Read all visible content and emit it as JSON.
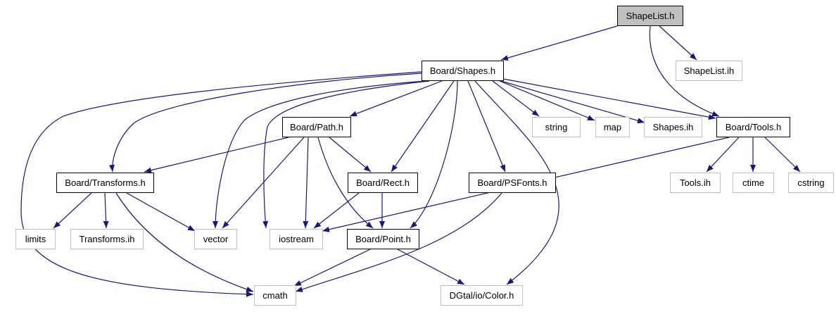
{
  "graph": {
    "nodes": [
      {
        "id": "shapelist_h",
        "label": "ShapeList.h",
        "kind": "root"
      },
      {
        "id": "shapelist_ih",
        "label": "ShapeList.ih",
        "kind": "external"
      },
      {
        "id": "shapes_h",
        "label": "Board/Shapes.h",
        "kind": "documented"
      },
      {
        "id": "tools_h",
        "label": "Board/Tools.h",
        "kind": "documented"
      },
      {
        "id": "path_h",
        "label": "Board/Path.h",
        "kind": "documented"
      },
      {
        "id": "string",
        "label": "string",
        "kind": "external"
      },
      {
        "id": "map",
        "label": "map",
        "kind": "external"
      },
      {
        "id": "shapes_ih",
        "label": "Shapes.ih",
        "kind": "external"
      },
      {
        "id": "transforms_h",
        "label": "Board/Transforms.h",
        "kind": "documented"
      },
      {
        "id": "rect_h",
        "label": "Board/Rect.h",
        "kind": "documented"
      },
      {
        "id": "psfonts_h",
        "label": "Board/PSFonts.h",
        "kind": "documented"
      },
      {
        "id": "tools_ih",
        "label": "Tools.ih",
        "kind": "external"
      },
      {
        "id": "ctime",
        "label": "ctime",
        "kind": "external"
      },
      {
        "id": "cstring",
        "label": "cstring",
        "kind": "external"
      },
      {
        "id": "limits",
        "label": "limits",
        "kind": "external"
      },
      {
        "id": "transforms_ih",
        "label": "Transforms.ih",
        "kind": "external"
      },
      {
        "id": "vector",
        "label": "vector",
        "kind": "external"
      },
      {
        "id": "iostream",
        "label": "iostream",
        "kind": "external"
      },
      {
        "id": "point_h",
        "label": "Board/Point.h",
        "kind": "documented"
      },
      {
        "id": "cmath",
        "label": "cmath",
        "kind": "external"
      },
      {
        "id": "color_h",
        "label": "DGtal/io/Color.h",
        "kind": "external"
      }
    ],
    "edges": [
      {
        "from": "shapelist_h",
        "to": "shapes_h"
      },
      {
        "from": "shapelist_h",
        "to": "shapelist_ih"
      },
      {
        "from": "shapelist_h",
        "to": "tools_h"
      },
      {
        "from": "shapes_h",
        "to": "path_h"
      },
      {
        "from": "shapes_h",
        "to": "string"
      },
      {
        "from": "shapes_h",
        "to": "map"
      },
      {
        "from": "shapes_h",
        "to": "shapes_ih"
      },
      {
        "from": "shapes_h",
        "to": "tools_h"
      },
      {
        "from": "shapes_h",
        "to": "transforms_h"
      },
      {
        "from": "shapes_h",
        "to": "rect_h"
      },
      {
        "from": "shapes_h",
        "to": "psfonts_h"
      },
      {
        "from": "shapes_h",
        "to": "vector"
      },
      {
        "from": "shapes_h",
        "to": "iostream"
      },
      {
        "from": "shapes_h",
        "to": "point_h"
      },
      {
        "from": "shapes_h",
        "to": "cmath"
      },
      {
        "from": "shapes_h",
        "to": "color_h"
      },
      {
        "from": "tools_h",
        "to": "tools_ih"
      },
      {
        "from": "tools_h",
        "to": "ctime"
      },
      {
        "from": "tools_h",
        "to": "cstring"
      },
      {
        "from": "tools_h",
        "to": "iostream"
      },
      {
        "from": "path_h",
        "to": "transforms_h"
      },
      {
        "from": "path_h",
        "to": "rect_h"
      },
      {
        "from": "path_h",
        "to": "vector"
      },
      {
        "from": "path_h",
        "to": "iostream"
      },
      {
        "from": "path_h",
        "to": "point_h"
      },
      {
        "from": "transforms_h",
        "to": "limits"
      },
      {
        "from": "transforms_h",
        "to": "transforms_ih"
      },
      {
        "from": "transforms_h",
        "to": "vector"
      },
      {
        "from": "transforms_h",
        "to": "cmath"
      },
      {
        "from": "rect_h",
        "to": "iostream"
      },
      {
        "from": "rect_h",
        "to": "point_h"
      },
      {
        "from": "psfonts_h",
        "to": "cmath"
      },
      {
        "from": "point_h",
        "to": "cmath"
      },
      {
        "from": "point_h",
        "to": "color_h"
      }
    ]
  },
  "colors": {
    "edge": "#191970",
    "root_fill": "#bfbfbf",
    "documented_border": "#000000",
    "external_border": "#bfbfbf",
    "text": "#000000"
  }
}
